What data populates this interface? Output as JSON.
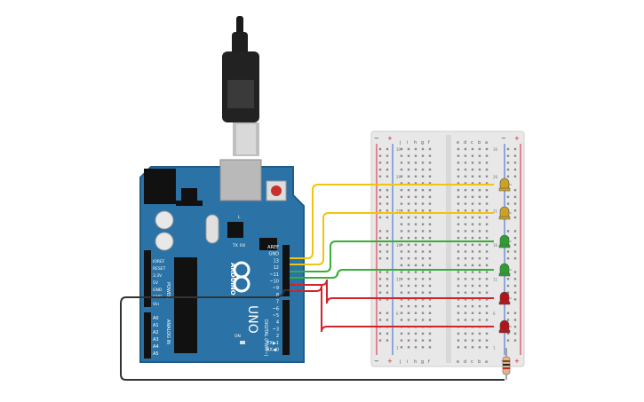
{
  "board": {
    "brand": "ARDUINO",
    "model": "UNO",
    "power_header_label": "POWER",
    "analog_header_label": "ANALOG IN",
    "digital_header_label": "DIGITAL (PWM~)",
    "power_pins": [
      "IOREF",
      "RESET",
      "3.3V",
      "5V",
      "GND",
      "GND",
      "Vin"
    ],
    "analog_pins": [
      "A0",
      "A1",
      "A2",
      "A3",
      "A4",
      "A5"
    ],
    "digital_pins": [
      "AREF",
      "GND",
      "13",
      "12",
      "~11",
      "~10",
      "~9",
      "8",
      "7",
      "~6",
      "~5",
      "4",
      "~3",
      "2",
      "TX▶1",
      "RX◀0"
    ],
    "led_labels": [
      "L",
      "TX",
      "RX",
      "ON"
    ]
  },
  "breadboard": {
    "column_letters_left": [
      "j",
      "i",
      "h",
      "g",
      "f"
    ],
    "column_letters_right": [
      "e",
      "d",
      "c",
      "b",
      "a"
    ],
    "rail_plus": "+",
    "rail_minus": "−",
    "row_count": 30
  },
  "circuit": {
    "leds": [
      {
        "color_name": "yellow",
        "color": "#c9a227",
        "arduino_pin": "13"
      },
      {
        "color_name": "yellow",
        "color": "#c9a227",
        "arduino_pin": "12"
      },
      {
        "color_name": "green",
        "color": "#2e9e2e",
        "arduino_pin": "11"
      },
      {
        "color_name": "green",
        "color": "#2e9e2e",
        "arduino_pin": "10"
      },
      {
        "color_name": "red",
        "color": "#b3141a",
        "arduino_pin": "9"
      },
      {
        "color_name": "red",
        "color": "#b3141a",
        "arduino_pin": "8"
      }
    ],
    "wire_colors": {
      "yellow": "#f2c40c",
      "green": "#35b035",
      "red": "#d2232a",
      "ground": "#333333"
    },
    "ground_pin": "GND",
    "resistor": true
  },
  "colors": {
    "board": "#2b73a6",
    "board_dark": "#1f5c87",
    "breadboard": "#e8e8e8"
  }
}
